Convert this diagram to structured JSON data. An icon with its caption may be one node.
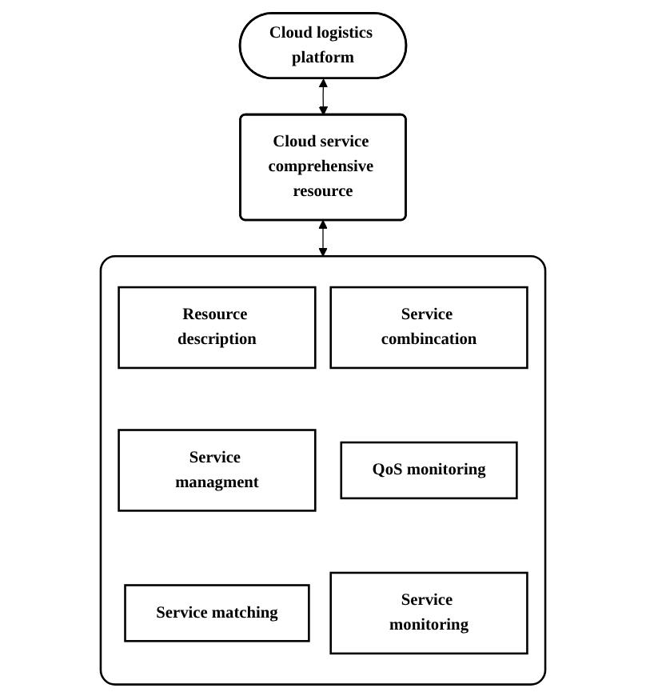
{
  "diagram": {
    "nodes": [
      {
        "text": [
          "Cloud logistics platform"
        ]
      },
      {
        "text": [
          "Cloud service comprehensive resource"
        ]
      },
      {
        "text": [],
        "shape": "box"
      },
      {
        "text": [
          "Resource description"
        ],
        "in": 2
      },
      {
        "text": [
          "Service combincation"
        ],
        "in": 2
      },
      {
        "text": [
          "Service managment"
        ],
        "in": 2
      },
      {
        "text": [
          "QoS monitoring"
        ],
        "in": 2
      },
      {
        "text": [
          "Service matching"
        ],
        "in": 2
      },
      {
        "text": [
          "Service monitoring"
        ],
        "in": 2
      }
    ],
    "edges": [
      {
        "from": 0,
        "to": 1,
        "arrow": "both"
      },
      {
        "from": 1,
        "to": 2,
        "arrow": "both"
      }
    ]
  }
}
